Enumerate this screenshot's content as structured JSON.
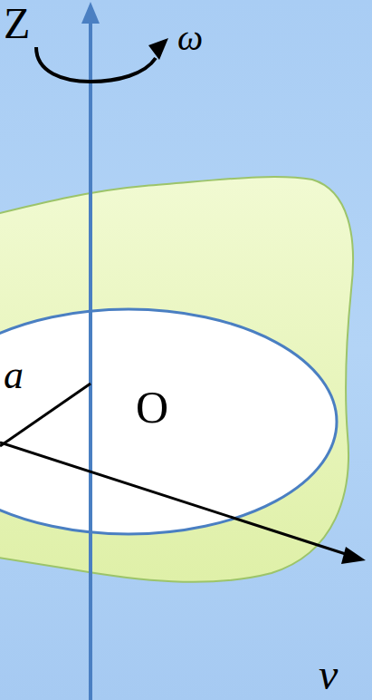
{
  "diagram": {
    "labels": [
      "Z",
      "ω",
      "O",
      "a",
      "v"
    ]
  }
}
